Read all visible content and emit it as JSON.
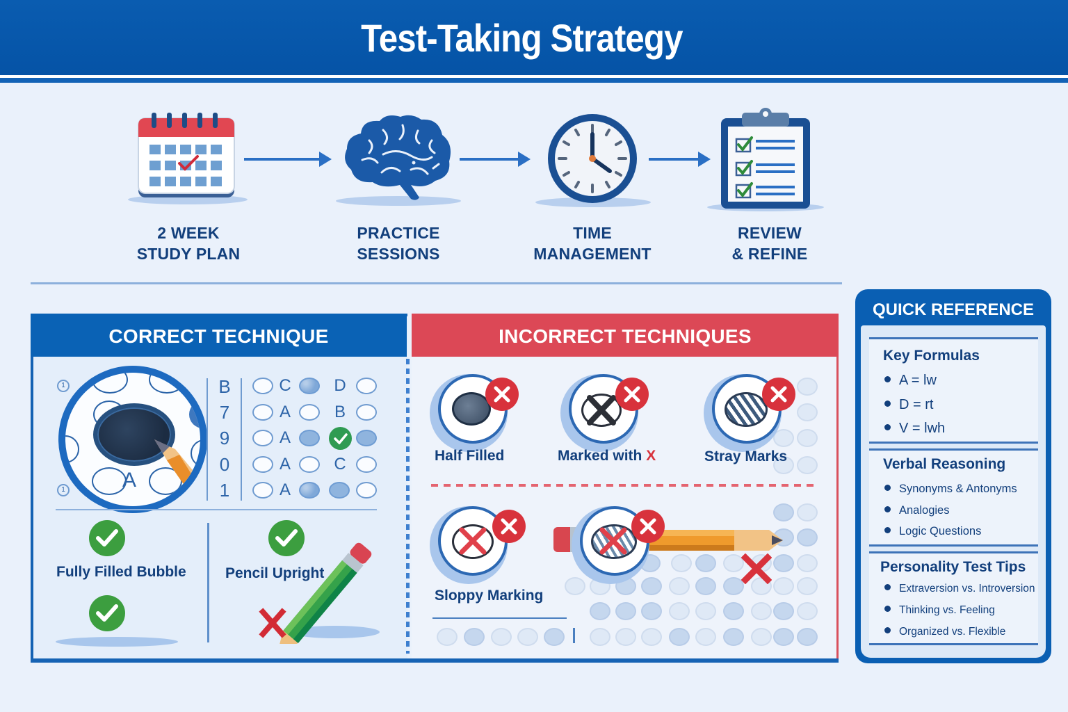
{
  "header": {
    "title": "Test-Taking Strategy"
  },
  "process_steps": [
    {
      "icon": "calendar-icon",
      "line1": "2 WEEK",
      "line2": "STUDY PLAN"
    },
    {
      "icon": "brain-icon",
      "line1": "PRACTICE",
      "line2": "SESSIONS"
    },
    {
      "icon": "clock-icon",
      "line1": "TIME",
      "line2": "MANAGEMENT"
    },
    {
      "icon": "clipboard-checklist-icon",
      "line1": "REVIEW",
      "line2": "& REFINE"
    }
  ],
  "correct": {
    "title": "CORRECT TECHNIQUE",
    "sheet_row_digits": [
      "B",
      "7",
      "9",
      "0",
      "1"
    ],
    "sheet_letters": [
      [
        "C",
        "D"
      ],
      [
        "A",
        "B"
      ],
      [
        "A",
        ""
      ],
      [
        "A",
        "C"
      ],
      [
        "A",
        ""
      ]
    ],
    "magnifier_letter": "A",
    "items": [
      {
        "label": "Fully Filled Bubble",
        "status": "correct"
      },
      {
        "label": "Pencil Upright",
        "status": "correct"
      }
    ]
  },
  "incorrect": {
    "title": "INCORRECT TECHNIQUES",
    "items": [
      {
        "label": "Half Filled",
        "status": "incorrect"
      },
      {
        "label_prefix": "Marked with ",
        "label_highlight": "X",
        "status": "incorrect"
      },
      {
        "label": "Stray Marks",
        "status": "incorrect"
      },
      {
        "label": "Sloppy Marking",
        "status": "incorrect"
      }
    ]
  },
  "quick_reference": {
    "title": "QUICK REFERENCE",
    "sections": [
      {
        "heading": "Key Formulas",
        "items": [
          "A = lw",
          "D = rt",
          "V = lwh"
        ]
      },
      {
        "heading": "Verbal Reasoning",
        "items": [
          "Synonyms & Antonyms",
          "Analogies",
          "Logic Questions"
        ]
      },
      {
        "heading": "Personality Test Tips",
        "items": [
          "Extraversion vs. Introversion",
          "Thinking vs. Feeling",
          "Organized vs. Flexible"
        ]
      }
    ]
  },
  "colors": {
    "primary_blue": "#0a5fb3",
    "accent_red": "#dc4856",
    "success_green": "#3c9e3f",
    "text_navy": "#123f7c",
    "background": "#eaf1fb"
  }
}
